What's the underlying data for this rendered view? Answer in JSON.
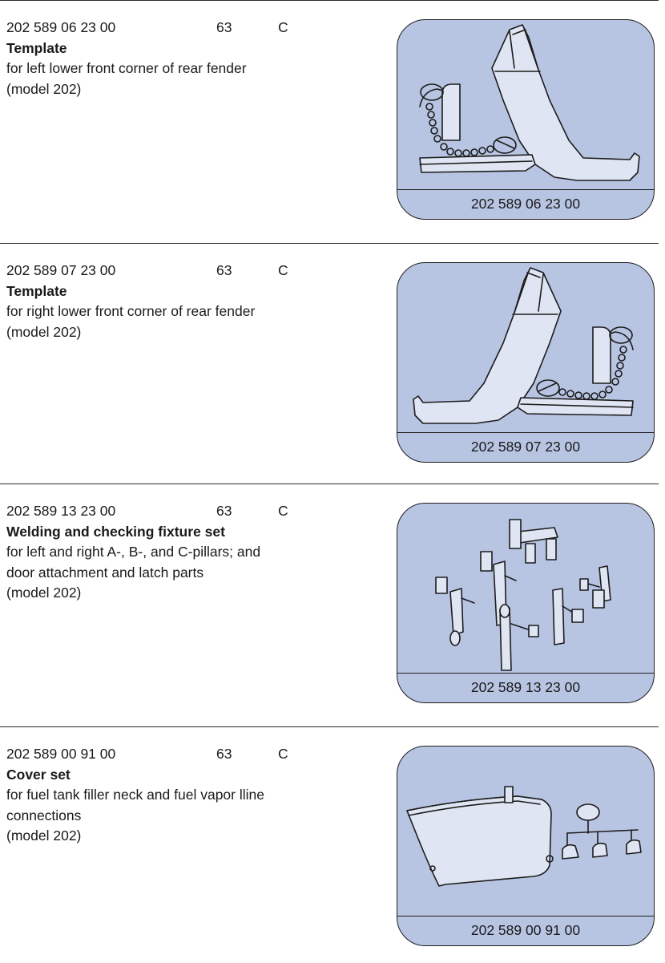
{
  "entries": [
    {
      "part_number": "202 589 06 23 00",
      "group": "63",
      "category": "C",
      "title": "Template",
      "description": "for left lower front corner of rear fender",
      "model": "(model 202)",
      "caption": "202 589 06 23 00",
      "illustration_icon": "left-fender-template-drawing"
    },
    {
      "part_number": "202 589 07 23 00",
      "group": "63",
      "category": "C",
      "title": "Template",
      "description": "for right lower front corner of rear fender",
      "model": "(model 202)",
      "caption": "202 589 07 23 00",
      "illustration_icon": "right-fender-template-drawing"
    },
    {
      "part_number": "202 589 13 23 00",
      "group": "63",
      "category": "C",
      "title": "Welding and checking fixture set",
      "description": "for left and right A-, B-, and C-pillars; and door attachment and latch parts",
      "model": "(model 202)",
      "caption": "202 589 13 23 00",
      "illustration_icon": "fixture-set-drawing"
    },
    {
      "part_number": "202 589 00 91 00",
      "group": "63",
      "category": "C",
      "title": "Cover set",
      "description": "for fuel tank filler neck and fuel vapor lline connections",
      "model": "(model 202)",
      "caption": "202 589 00 91 00",
      "illustration_icon": "cover-set-drawing"
    }
  ],
  "colors": {
    "illustration_bg": "#b7c4e2",
    "rule": "#2b2b2b",
    "text": "#1a1a1a"
  }
}
